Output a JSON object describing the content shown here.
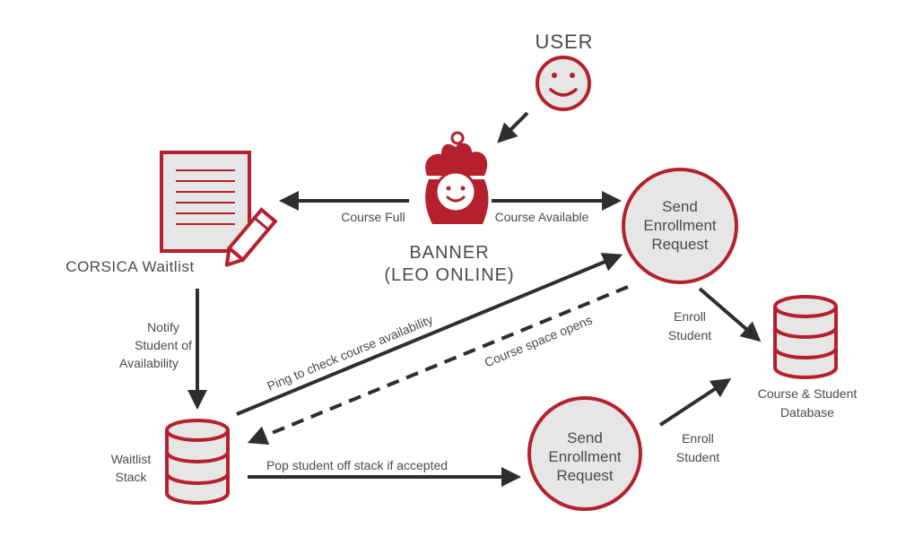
{
  "colors": {
    "accent": "#b5202e",
    "arrow": "#2e2e2e",
    "text": "#4a4a4a",
    "fill": "#e6e6e7"
  },
  "icons": {
    "user": "smiley-face-icon",
    "banner": "banner-mascot-icon",
    "waitlist": "document-pencil-icon",
    "database": "database-icon"
  },
  "nodes": {
    "user": {
      "label": "USER"
    },
    "banner": {
      "line1": "BANNER",
      "line2": "(LEO ONLINE)"
    },
    "waitlist": {
      "label": "CORSICA Waitlist"
    },
    "stack": {
      "line1": "Waitlist",
      "line2": "Stack"
    },
    "enroll_top": {
      "line1": "Send",
      "line2": "Enrollment",
      "line3": "Request"
    },
    "enroll_bottom": {
      "line1": "Send",
      "line2": "Enrollment",
      "line3": "Request"
    },
    "database": {
      "line1": "Course & Student",
      "line2": "Database"
    }
  },
  "edges": {
    "course_full": "Course Full",
    "course_available": "Course Available",
    "notify": {
      "line1": "Notify",
      "line2": "Student of",
      "line3": "Availability"
    },
    "ping": "Ping to check course availability",
    "space_opens": "Course space opens",
    "pop": "Pop student off stack if accepted",
    "enroll_top": {
      "line1": "Enroll",
      "line2": "Student"
    },
    "enroll_bottom": {
      "line1": "Enroll",
      "line2": "Student"
    }
  }
}
